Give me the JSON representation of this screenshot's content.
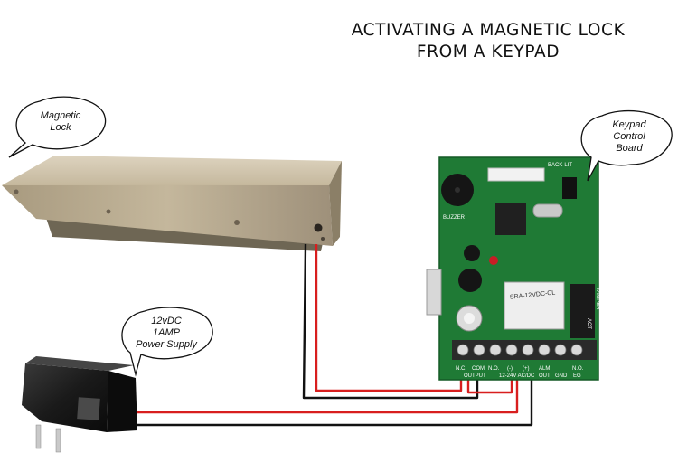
{
  "title": {
    "line1": "ACTIVATING A MAGNETIC LOCK",
    "line2": "FROM A KEYPAD"
  },
  "callouts": {
    "magnetic_lock": [
      "Magnetic",
      "Lock"
    ],
    "keypad_board": [
      "Keypad",
      "Control",
      "Board"
    ],
    "power_supply": [
      "12vDC",
      "1AMP",
      "Power Supply"
    ]
  },
  "board": {
    "terminal_labels": [
      "N.C.",
      "COM",
      "N.O.",
      "(-)",
      "(+)",
      "ALM",
      "GND",
      "N.O."
    ],
    "terminal_sub_labels": [
      "OUTPUT",
      "12-24V AC/DC",
      "OUT",
      "EG"
    ],
    "relay_text": "SRA-12VDC-CL",
    "top_label": "BACK-LIT",
    "side_labels": [
      "TAMPER",
      "ACT"
    ],
    "buzzer_label": "BUZZER"
  },
  "colors": {
    "wire_red": "#d81e1e",
    "wire_black": "#111111",
    "pcb_green": "#1f7a35",
    "lock_metal": "#b8ab92"
  }
}
